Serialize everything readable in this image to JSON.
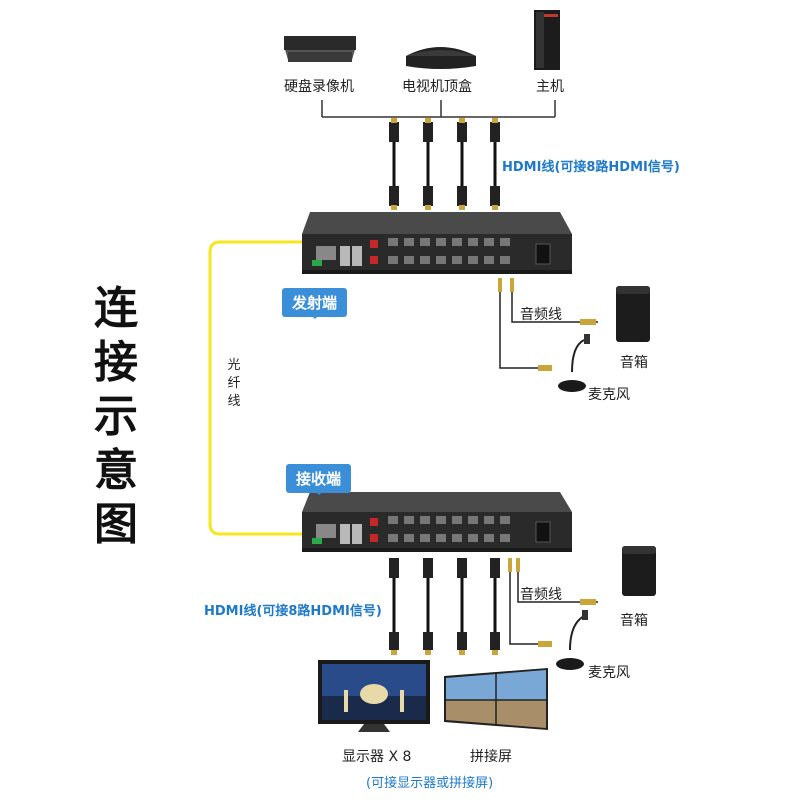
{
  "title_chars": [
    "连",
    "接",
    "示",
    "意",
    "图"
  ],
  "sources": {
    "dvr": "硬盘录像机",
    "stb": "电视机顶盒",
    "pc": "主机"
  },
  "hdmi_top": "HDMI线(可接8路HDMI信号)",
  "hdmi_bottom": "HDMI线(可接8路HDMI信号)",
  "transmitter": "发射端",
  "receiver": "接收端",
  "fiber_chars": [
    "光",
    "纤",
    "线"
  ],
  "audio_top": {
    "cable": "音频线",
    "speaker": "音箱",
    "mic": "麦克风"
  },
  "audio_bottom": {
    "cable": "音频线",
    "speaker": "音箱",
    "mic": "麦克风"
  },
  "displays": {
    "monitor": "显示器 X 8",
    "videowall": "拼接屏",
    "note": "(可接显示器或拼接屏)"
  },
  "colors": {
    "fiber": "#f5e61e",
    "accent": "#1e7ac8",
    "badge": "#3a8fd8"
  }
}
